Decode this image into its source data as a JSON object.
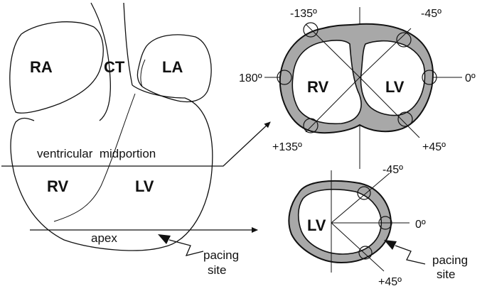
{
  "heart": {
    "chambers": {
      "ra": "RA",
      "ct": "CT",
      "la": "LA",
      "rv": "RV",
      "lv": "LV"
    },
    "levels": {
      "midportion": "ventricular  midportion",
      "apex": "apex"
    },
    "pacing": {
      "line1": "pacing",
      "line2": "site"
    }
  },
  "section_mid": {
    "rv": "RV",
    "lv": "LV",
    "angles": {
      "m135": "-135º",
      "m45": "-45º",
      "a180": "180º",
      "a0": "0º",
      "p135": "+135º",
      "p45": "+45º"
    }
  },
  "section_apex": {
    "lv": "LV",
    "angles": {
      "m45": "-45º",
      "a0": "0º",
      "p45": "+45º"
    },
    "pacing": {
      "line1": "pacing",
      "line2": "site"
    }
  }
}
